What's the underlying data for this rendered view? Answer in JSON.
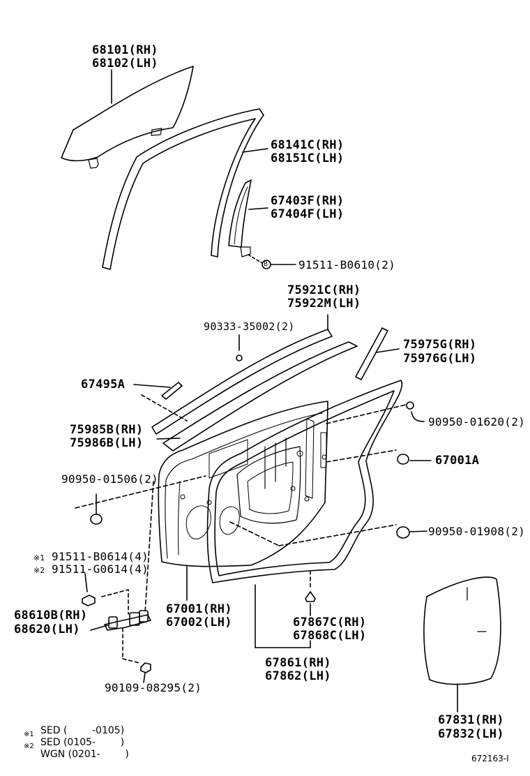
{
  "labels": {
    "glass_rh": "68101(RH)",
    "glass_lh": "68102(LH)",
    "run_rh": "68141C(RH)",
    "run_lh": "68151C(LH)",
    "channel_rh": "67403F(RH)",
    "channel_lh": "67404F(LH)",
    "bolt_channel": "91511-B0610(2)",
    "moulding_rh": "75921C(RH)",
    "moulding_lh": "75922M(LH)",
    "clip_90333": "90333-35002(2)",
    "garnish_rh": "75975G(RH)",
    "garnish_lh": "75976G(LH)",
    "part_67495": "67495A",
    "moulding2_rh": "75985B(RH)",
    "moulding2_lh": "75986B(LH)",
    "nut_01620": "90950-01620(2)",
    "hole_plug_67001a": "67001A",
    "plug_01506": "90950-01506(2)",
    "plug_01908": "90950-01908(2)",
    "bolt_b0614": "91511-B0614(4)",
    "bolt_g0614": "91511-G0614(4)",
    "mark1": "※1",
    "mark2": "※2",
    "panel_rh": "67001(RH)",
    "panel_lh": "67002(LH)",
    "check_rh": "68610B(RH)",
    "check_lh": "68620(LH)",
    "clip_rh": "67867C(RH)",
    "clip_lh": "67868C(LH)",
    "weather_rh": "67861(RH)",
    "weather_lh": "67862(LH)",
    "bolt_08295": "90109-08295(2)",
    "cover_rh": "67831(RH)",
    "cover_lh": "67832(LH)",
    "circle_b": "B"
  },
  "footnotes": {
    "n1_mark": "※1",
    "n1_text": "SED (        -0105)",
    "n2_mark": "※2",
    "n2_text": "SED (0105-        )",
    "n3_text": "WGN (0201-        )"
  },
  "figure_id": "672163-I"
}
